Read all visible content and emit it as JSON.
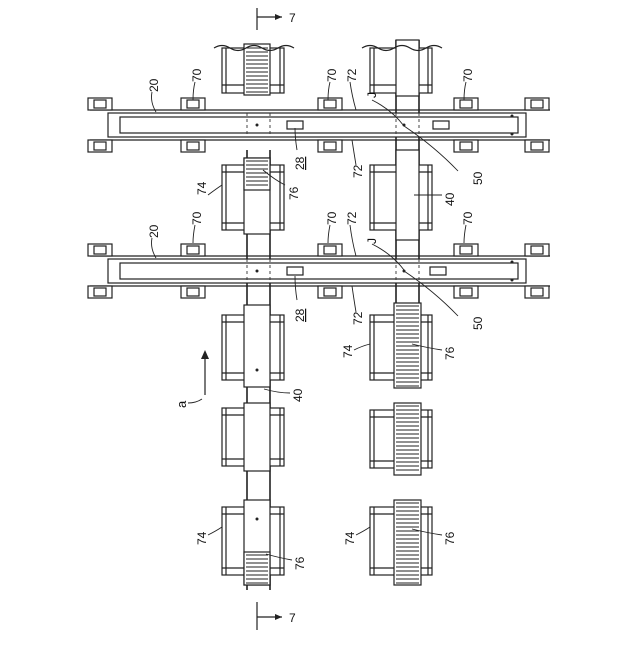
{
  "labels": {
    "section_mark": "7",
    "transfer_device": "20",
    "holder_pad": "70",
    "rail": "72",
    "junction": "J",
    "marker": "50",
    "sensor": "28",
    "frame": "74",
    "rack": "76",
    "track": "40",
    "direction": "a"
  }
}
